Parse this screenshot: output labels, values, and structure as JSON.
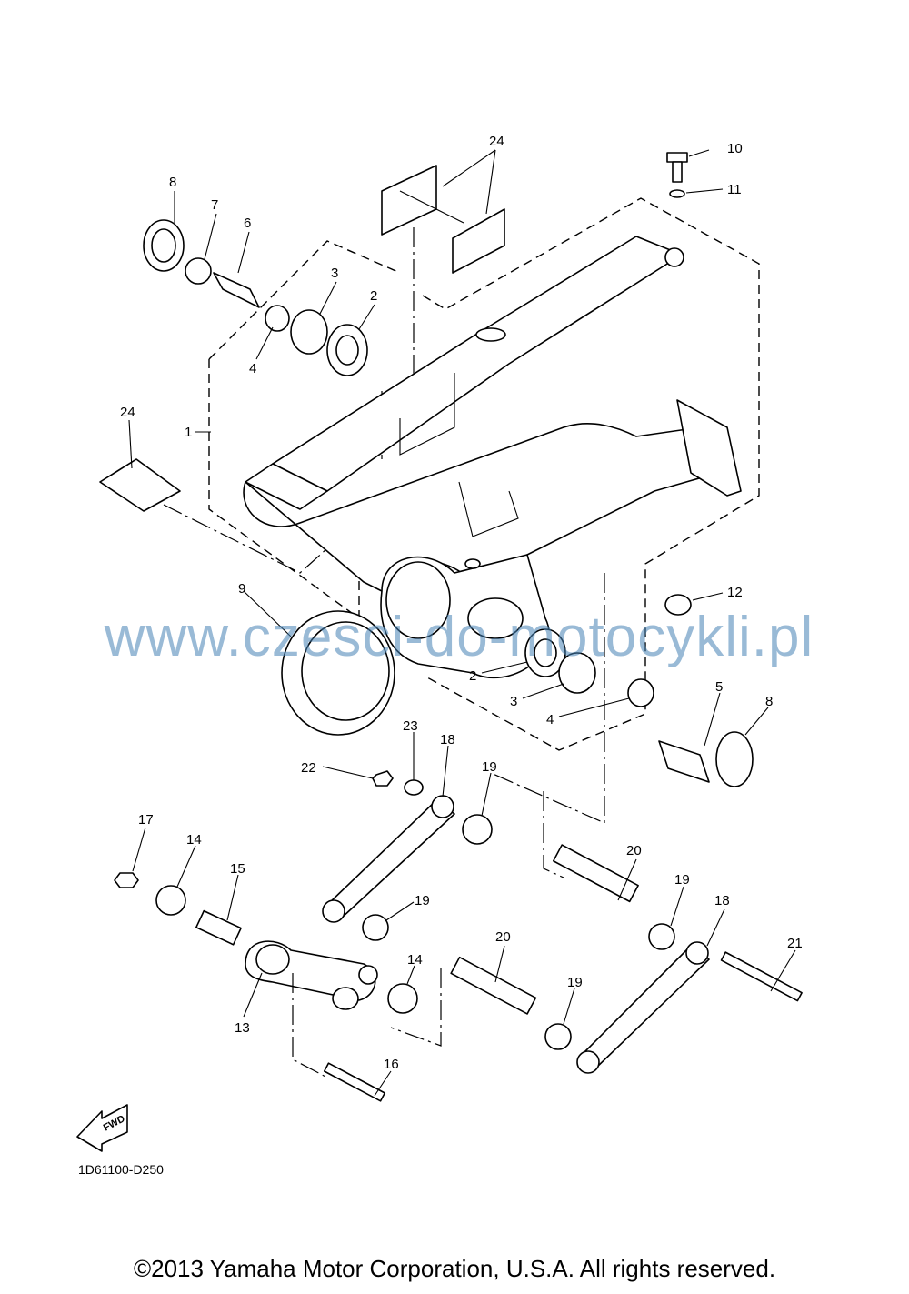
{
  "labels": {
    "l1": "1",
    "l2a": "2",
    "l2b": "2",
    "l3a": "3",
    "l3b": "3",
    "l4a": "4",
    "l4b": "4",
    "l5": "5",
    "l6": "6",
    "l7": "7",
    "l8a": "8",
    "l8b": "8",
    "l9": "9",
    "l10": "10",
    "l11": "11",
    "l12": "12",
    "l13": "13",
    "l14a": "14",
    "l14b": "14",
    "l15": "15",
    "l16": "16",
    "l17": "17",
    "l18a": "18",
    "l18b": "18",
    "l19a": "19",
    "l19b": "19",
    "l19c": "19",
    "l19d": "19",
    "l20a": "20",
    "l20b": "20",
    "l21": "21",
    "l22": "22",
    "l23": "23",
    "l24a": "24",
    "l24b": "24"
  },
  "fwd_label": "FWD",
  "diagram_code": "1D61100-D250",
  "watermark": "www.czesci-do-motocykli.pl",
  "copyright": "©2013 Yamaha Motor Corporation, U.S.A. All rights reserved.",
  "colors": {
    "watermark": "#4682B4",
    "line": "#000000"
  }
}
